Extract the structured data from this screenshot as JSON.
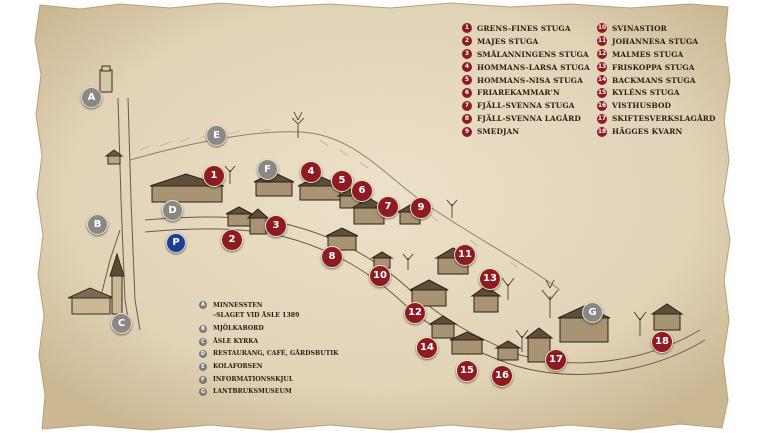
{
  "colors": {
    "parchment": "#e8dcc4",
    "ink": "#3a2a1c",
    "marker_red": "#8e1b22",
    "marker_grey": "#8a8885",
    "marker_blue": "#1d3f8f"
  },
  "buildings": [
    {
      "num": "1",
      "label": "GRENS-FINES STUGA"
    },
    {
      "num": "2",
      "label": "MAJES STUGA"
    },
    {
      "num": "3",
      "label": "SMÅLANNINGENS STUGA"
    },
    {
      "num": "4",
      "label": "HOMMANS-LARSA STUGA"
    },
    {
      "num": "5",
      "label": "HOMMANS-NISA STUGA"
    },
    {
      "num": "6",
      "label": "FRIAREKAMMAR'N"
    },
    {
      "num": "7",
      "label": "FJÄLL-SVENNA STUGA"
    },
    {
      "num": "8",
      "label": "FJÄLL-SVENNA LAGÅRD"
    },
    {
      "num": "9",
      "label": "SMEDJAN"
    },
    {
      "num": "10",
      "label": "SVINASTIOR"
    },
    {
      "num": "11",
      "label": "JOHANNESA STUGA"
    },
    {
      "num": "12",
      "label": "MALMES STUGA"
    },
    {
      "num": "13",
      "label": "FRISKOPPA STUGA"
    },
    {
      "num": "14",
      "label": "BACKMANS STUGA"
    },
    {
      "num": "15",
      "label": "KYLÉNS STUGA"
    },
    {
      "num": "16",
      "label": "VISTHUSBOD"
    },
    {
      "num": "17",
      "label": "SKIFTESVERKSLAGÅRD"
    },
    {
      "num": "18",
      "label": "HÄGGES KVARN"
    }
  ],
  "key": [
    {
      "letter": "A",
      "line1": "MINNESSTEN",
      "line2": "–SLAGET VID ÅSLE 1389"
    },
    {
      "letter": "B",
      "line1": "MJÖLKABORD"
    },
    {
      "letter": "C",
      "line1": "ÅSLE KYRKA"
    },
    {
      "letter": "D",
      "line1": "RESTAURANG, CAFÉ, GÅRDSBUTIK"
    },
    {
      "letter": "E",
      "line1": "KOLAFORSEN"
    },
    {
      "letter": "F",
      "line1": "INFORMATIONSSKJUL"
    },
    {
      "letter": "G",
      "line1": "LANTBRUKSMUSEUM"
    }
  ],
  "map_markers": {
    "numbers": [
      "1",
      "2",
      "3",
      "4",
      "5",
      "6",
      "7",
      "8",
      "9",
      "10",
      "11",
      "12",
      "13",
      "14",
      "15",
      "16",
      "17",
      "18"
    ],
    "letters": [
      "A",
      "B",
      "C",
      "D",
      "E",
      "F",
      "G"
    ],
    "parking": "P"
  }
}
